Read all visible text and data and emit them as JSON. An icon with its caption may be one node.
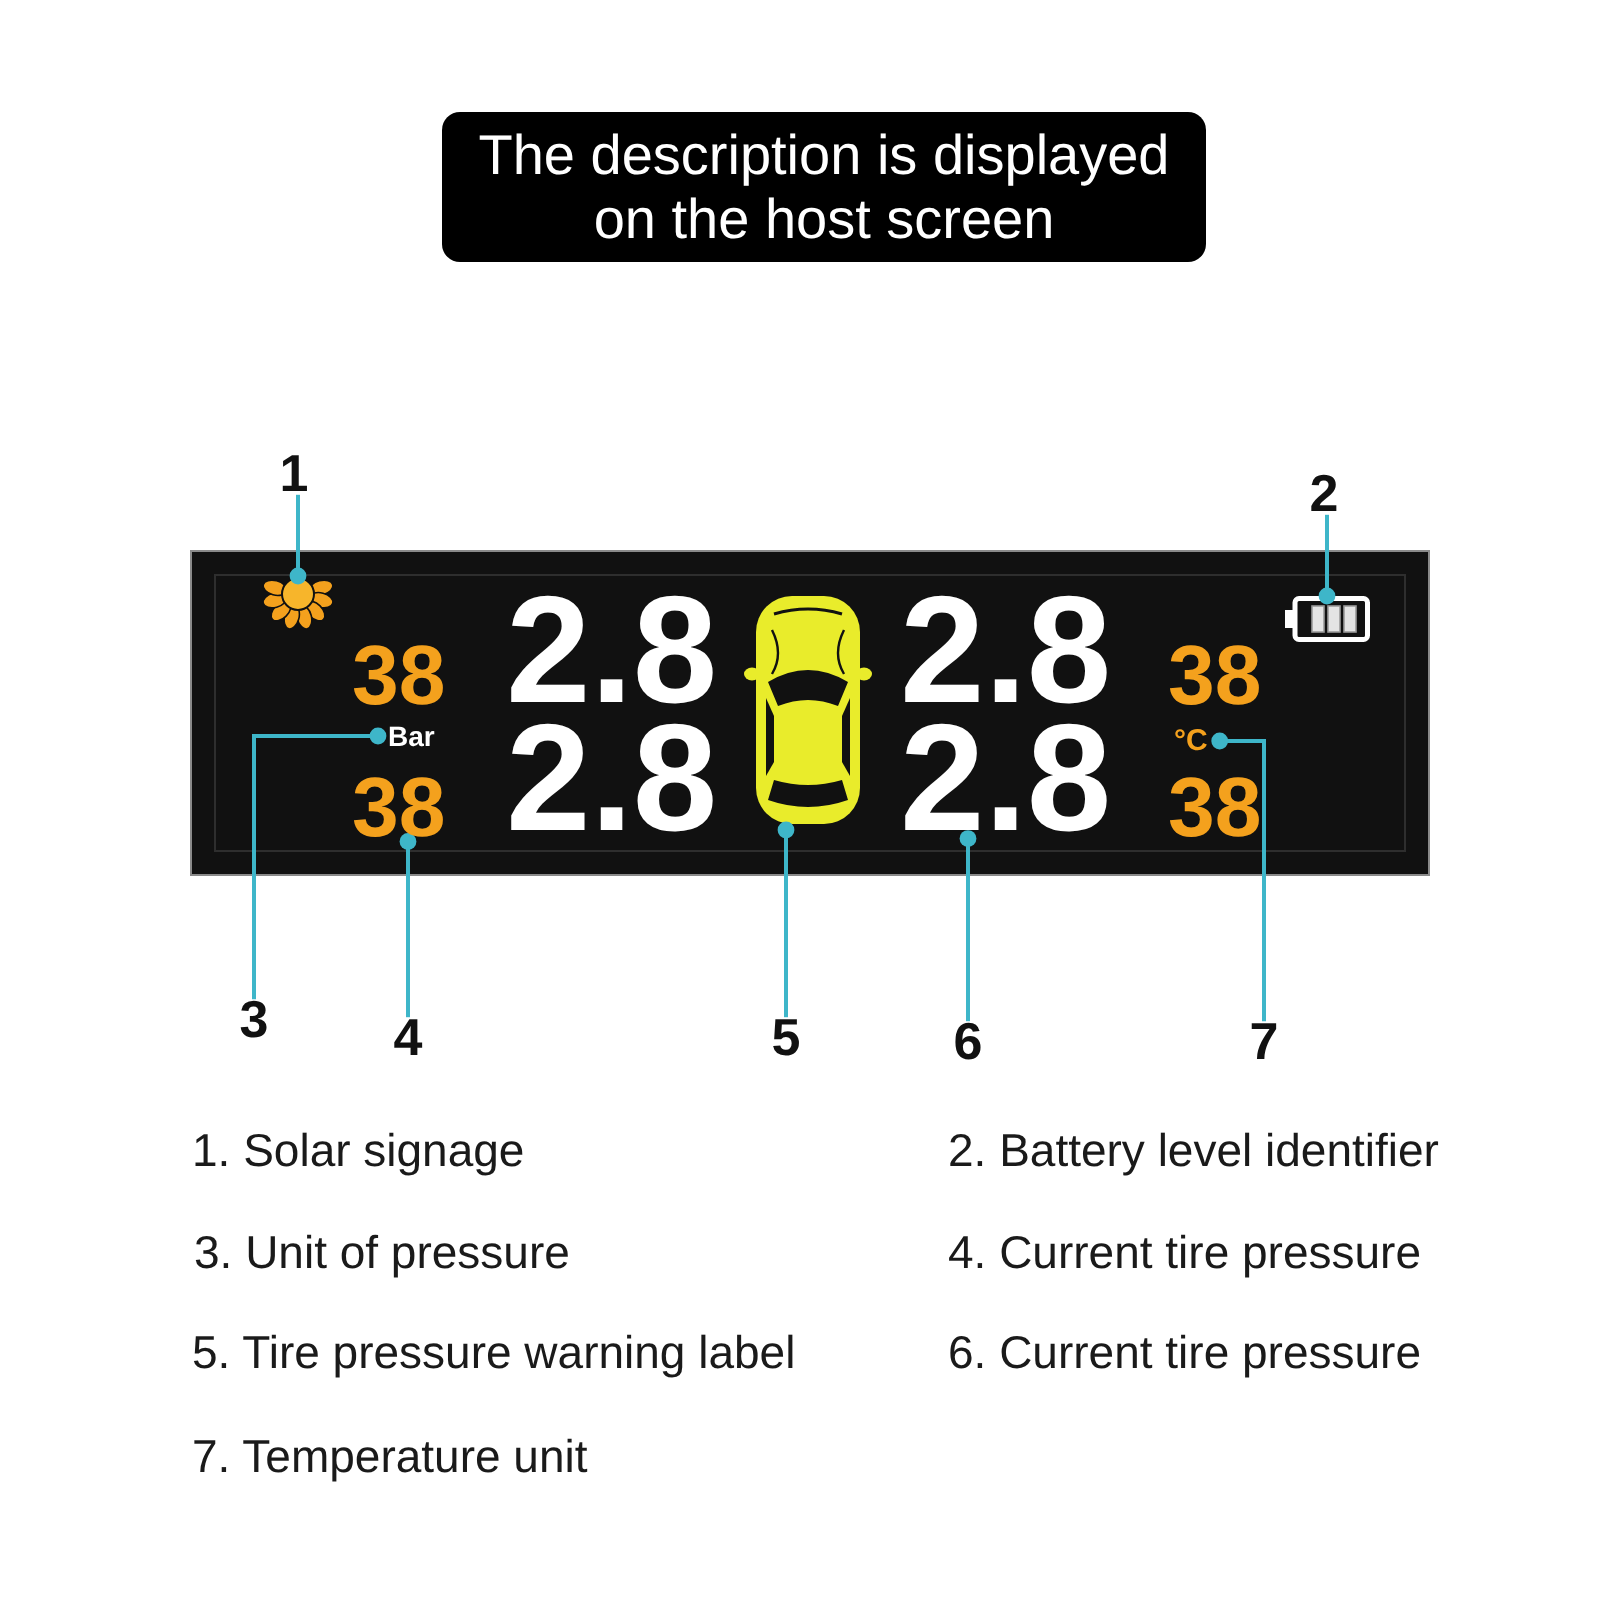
{
  "diagram": {
    "nodes": [
      {
        "text": [
          "The description is displayed on the host screen"
        ]
      },
      {
        "text": [
          "1"
        ]
      },
      {
        "text": [
          "2"
        ]
      },
      {
        "text": [],
        "shape": "box"
      },
      {
        "text": [],
        "shape": "picture",
        "in": 3
      },
      {
        "text": [],
        "shape": "picture",
        "in": 3
      },
      {
        "text": [],
        "shape": "picture",
        "in": 3
      },
      {
        "text": [
          "38"
        ],
        "in": 3
      },
      {
        "text": [
          "2.8"
        ],
        "in": 3
      },
      {
        "text": [
          "2.8"
        ],
        "in": 3
      },
      {
        "text": [
          "38"
        ],
        "in": 3
      },
      {
        "text": [
          "Bar"
        ],
        "in": 3
      },
      {
        "text": [
          "°C"
        ],
        "in": 3
      },
      {
        "text": [
          "38"
        ],
        "in": 3
      },
      {
        "text": [
          "2.8"
        ],
        "in": 3
      },
      {
        "text": [
          "2.8"
        ],
        "in": 3
      },
      {
        "text": [
          "38"
        ],
        "in": 3
      },
      {
        "text": [
          "3"
        ]
      },
      {
        "text": [
          "4"
        ]
      },
      {
        "text": [
          "5"
        ]
      },
      {
        "text": [
          "6"
        ]
      },
      {
        "text": [
          "7"
        ]
      }
    ],
    "edges": [
      {
        "from": 1,
        "to": 4,
        "arrow": "other"
      },
      {
        "from": 2,
        "to": 6,
        "arrow": "other"
      },
      {
        "from": 17,
        "to": 11,
        "arrow": "other"
      },
      {
        "from": 18,
        "to": 13,
        "arrow": "other"
      },
      {
        "from": 19,
        "to": 5,
        "arrow": "other"
      },
      {
        "from": 20,
        "to": 15,
        "arrow": "other"
      },
      {
        "from": 21,
        "to": 12,
        "arrow": "other"
      }
    ],
    "labels": [
      "1. Solar signage",
      "2. Battery level identifier",
      "3. Unit of pressure",
      "4. Current tire pressure",
      "5. Tire pressure warning label",
      "6. Current tire pressure",
      "7. Temperature unit"
    ]
  }
}
